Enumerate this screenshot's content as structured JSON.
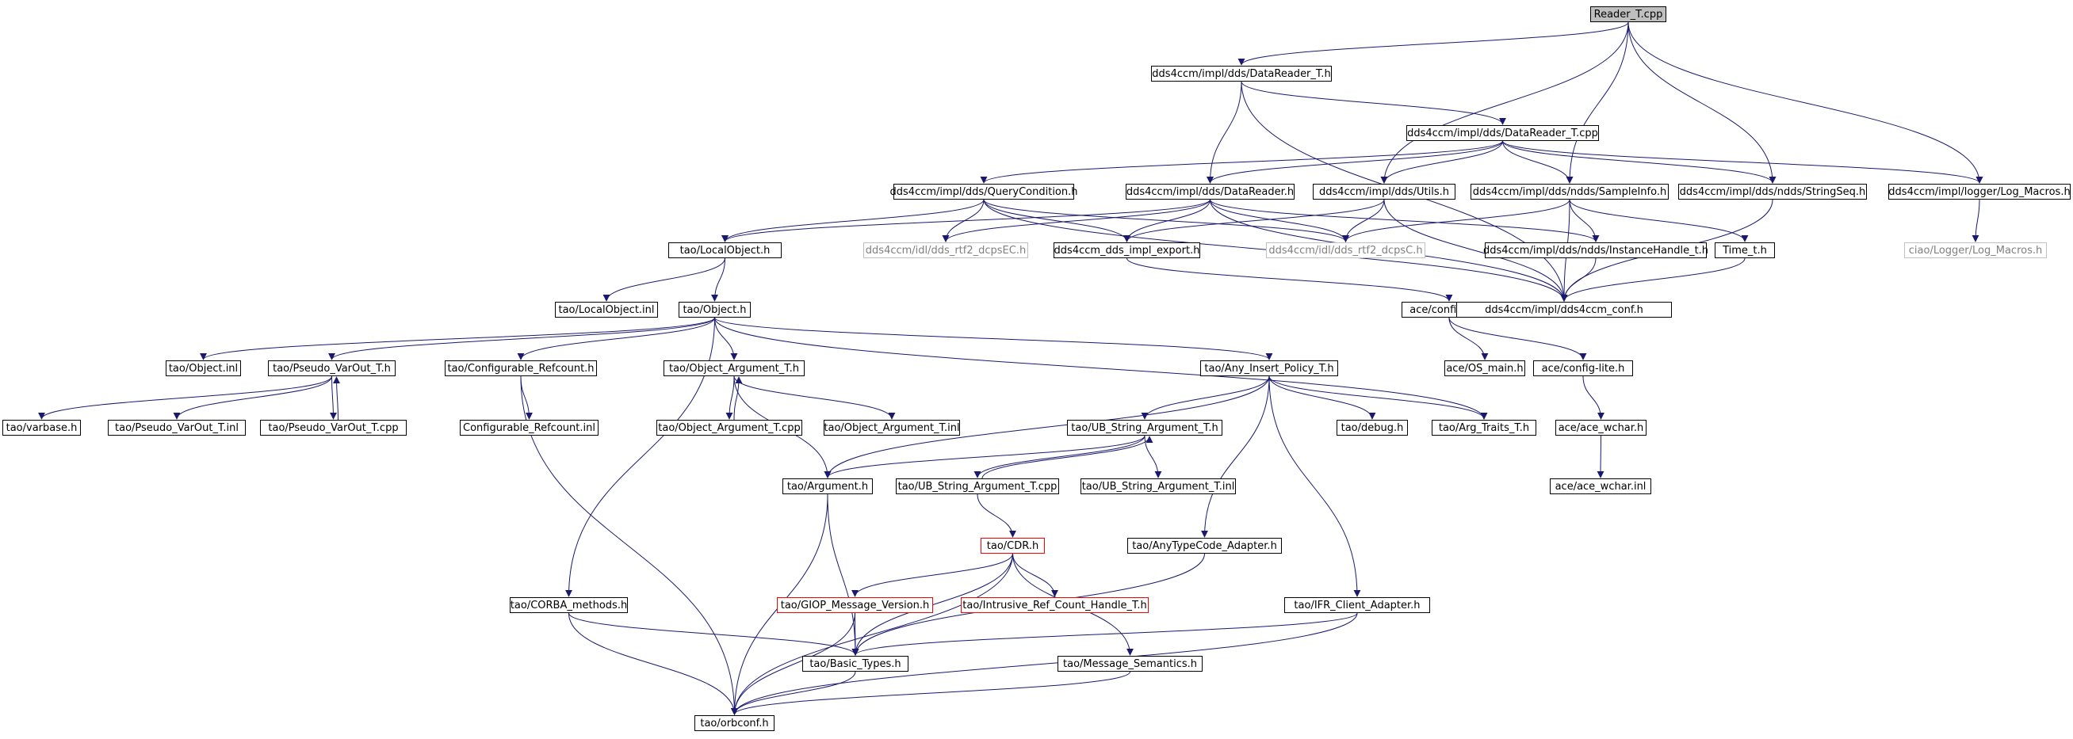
{
  "colors": {
    "edge": "#191970",
    "root_fill": "#bfbfbf",
    "normal_border": "#000000",
    "truncated_border": "#ff0000",
    "external_border": "#c0c0c0",
    "external_text": "#808080"
  },
  "nodes": [
    {
      "id": "reader_t_cpp",
      "label": "Reader_T.cpp",
      "style": "root"
    },
    {
      "id": "datareader_t_h",
      "label": "dds4ccm/impl/dds/DataReader_T.h",
      "style": "normal"
    },
    {
      "id": "datareader_t_cpp",
      "label": "dds4ccm/impl/dds/DataReader_T.cpp",
      "style": "normal"
    },
    {
      "id": "querycondition_h",
      "label": "dds4ccm/impl/dds/QueryCondition.h",
      "style": "normal"
    },
    {
      "id": "datareader_h",
      "label": "dds4ccm/impl/dds/DataReader.h",
      "style": "normal"
    },
    {
      "id": "utils_h",
      "label": "dds4ccm/impl/dds/Utils.h",
      "style": "normal"
    },
    {
      "id": "sampleinfo_h",
      "label": "dds4ccm/impl/dds/ndds/SampleInfo.h",
      "style": "normal"
    },
    {
      "id": "stringseq_h",
      "label": "dds4ccm/impl/dds/ndds/StringSeq.h",
      "style": "normal"
    },
    {
      "id": "log_macros_h",
      "label": "dds4ccm/impl/logger/Log_Macros.h",
      "style": "normal"
    },
    {
      "id": "ciao_log_macros_h",
      "label": "ciao/Logger/Log_Macros.h",
      "style": "gray"
    },
    {
      "id": "localobject_h",
      "label": "tao/LocalObject.h",
      "style": "normal"
    },
    {
      "id": "dcpsec_h",
      "label": "dds4ccm/idl/dds_rtf2_dcpsEC.h",
      "style": "gray"
    },
    {
      "id": "dds_impl_export_h",
      "label": "dds4ccm_dds_impl_export.h",
      "style": "normal"
    },
    {
      "id": "dcpsc_h",
      "label": "dds4ccm/idl/dds_rtf2_dcpsC.h",
      "style": "gray"
    },
    {
      "id": "instancehandle_t_h",
      "label": "dds4ccm/impl/dds/ndds/InstanceHandle_t.h",
      "style": "normal"
    },
    {
      "id": "time_t_h",
      "label": "Time_t.h",
      "style": "normal"
    },
    {
      "id": "localobject_inl",
      "label": "tao/LocalObject.inl",
      "style": "normal"
    },
    {
      "id": "object_h",
      "label": "tao/Object.h",
      "style": "normal"
    },
    {
      "id": "config_all_h",
      "label": "ace/config-all.h",
      "style": "normal"
    },
    {
      "id": "dds4ccm_conf_h",
      "label": "dds4ccm/impl/dds4ccm_conf.h",
      "style": "normal"
    },
    {
      "id": "object_inl",
      "label": "tao/Object.inl",
      "style": "normal"
    },
    {
      "id": "pseudo_varout_t_h",
      "label": "tao/Pseudo_VarOut_T.h",
      "style": "normal"
    },
    {
      "id": "configurable_refcount_h",
      "label": "tao/Configurable_Refcount.h",
      "style": "normal"
    },
    {
      "id": "object_argument_t_h",
      "label": "tao/Object_Argument_T.h",
      "style": "normal"
    },
    {
      "id": "any_insert_policy_t_h",
      "label": "tao/Any_Insert_Policy_T.h",
      "style": "normal"
    },
    {
      "id": "os_main_h",
      "label": "ace/OS_main.h",
      "style": "normal"
    },
    {
      "id": "config_lite_h",
      "label": "ace/config-lite.h",
      "style": "normal"
    },
    {
      "id": "varbase_h",
      "label": "tao/varbase.h",
      "style": "normal"
    },
    {
      "id": "pseudo_varout_t_inl",
      "label": "tao/Pseudo_VarOut_T.inl",
      "style": "normal"
    },
    {
      "id": "pseudo_varout_t_cpp",
      "label": "tao/Pseudo_VarOut_T.cpp",
      "style": "normal"
    },
    {
      "id": "configurable_refcount_inl",
      "label": "Configurable_Refcount.inl",
      "style": "normal"
    },
    {
      "id": "object_argument_t_cpp",
      "label": "tao/Object_Argument_T.cpp",
      "style": "normal"
    },
    {
      "id": "object_argument_t_inl",
      "label": "tao/Object_Argument_T.inl",
      "style": "normal"
    },
    {
      "id": "ub_string_argument_t_h",
      "label": "tao/UB_String_Argument_T.h",
      "style": "normal"
    },
    {
      "id": "debug_h",
      "label": "tao/debug.h",
      "style": "normal"
    },
    {
      "id": "arg_traits_t_h",
      "label": "tao/Arg_Traits_T.h",
      "style": "normal"
    },
    {
      "id": "ace_wchar_h",
      "label": "ace/ace_wchar.h",
      "style": "normal"
    },
    {
      "id": "argument_h",
      "label": "tao/Argument.h",
      "style": "normal"
    },
    {
      "id": "ub_string_argument_t_cpp",
      "label": "tao/UB_String_Argument_T.cpp",
      "style": "normal"
    },
    {
      "id": "ub_string_argument_t_inl",
      "label": "tao/UB_String_Argument_T.inl",
      "style": "normal"
    },
    {
      "id": "ace_wchar_inl",
      "label": "ace/ace_wchar.inl",
      "style": "normal"
    },
    {
      "id": "cdr_h",
      "label": "tao/CDR.h",
      "style": "red"
    },
    {
      "id": "anytypecode_adapter_h",
      "label": "tao/AnyTypeCode_Adapter.h",
      "style": "normal"
    },
    {
      "id": "corba_methods_h",
      "label": "tao/CORBA_methods.h",
      "style": "normal"
    },
    {
      "id": "giop_message_version_h",
      "label": "tao/GIOP_Message_Version.h",
      "style": "red"
    },
    {
      "id": "intrusive_ref_count_handle_t_h",
      "label": "tao/Intrusive_Ref_Count_Handle_T.h",
      "style": "red"
    },
    {
      "id": "ifr_client_adapter_h",
      "label": "tao/IFR_Client_Adapter.h",
      "style": "normal"
    },
    {
      "id": "basic_types_h",
      "label": "tao/Basic_Types.h",
      "style": "normal"
    },
    {
      "id": "message_semantics_h",
      "label": "tao/Message_Semantics.h",
      "style": "normal"
    },
    {
      "id": "orbconf_h",
      "label": "tao/orbconf.h",
      "style": "normal"
    }
  ],
  "edges": [
    [
      "reader_t_cpp",
      "datareader_t_h"
    ],
    [
      "reader_t_cpp",
      "utils_h"
    ],
    [
      "reader_t_cpp",
      "sampleinfo_h"
    ],
    [
      "reader_t_cpp",
      "stringseq_h"
    ],
    [
      "reader_t_cpp",
      "log_macros_h"
    ],
    [
      "datareader_t_h",
      "datareader_t_cpp"
    ],
    [
      "datareader_t_h",
      "datareader_h"
    ],
    [
      "datareader_t_h",
      "dds4ccm_conf_h"
    ],
    [
      "datareader_t_cpp",
      "querycondition_h"
    ],
    [
      "datareader_t_cpp",
      "datareader_h"
    ],
    [
      "datareader_t_cpp",
      "utils_h"
    ],
    [
      "datareader_t_cpp",
      "sampleinfo_h"
    ],
    [
      "datareader_t_cpp",
      "stringseq_h"
    ],
    [
      "datareader_t_cpp",
      "log_macros_h"
    ],
    [
      "querycondition_h",
      "localobject_h"
    ],
    [
      "querycondition_h",
      "dcpsec_h"
    ],
    [
      "querycondition_h",
      "dds_impl_export_h"
    ],
    [
      "querycondition_h",
      "dcpsc_h"
    ],
    [
      "querycondition_h",
      "dds4ccm_conf_h"
    ],
    [
      "datareader_h",
      "localobject_h"
    ],
    [
      "datareader_h",
      "dcpsec_h"
    ],
    [
      "datareader_h",
      "dds_impl_export_h"
    ],
    [
      "datareader_h",
      "dcpsc_h"
    ],
    [
      "datareader_h",
      "instancehandle_t_h"
    ],
    [
      "datareader_h",
      "dds4ccm_conf_h"
    ],
    [
      "utils_h",
      "dds_impl_export_h"
    ],
    [
      "utils_h",
      "dcpsc_h"
    ],
    [
      "utils_h",
      "dds4ccm_conf_h"
    ],
    [
      "sampleinfo_h",
      "dcpsc_h"
    ],
    [
      "sampleinfo_h",
      "instancehandle_t_h"
    ],
    [
      "sampleinfo_h",
      "time_t_h"
    ],
    [
      "sampleinfo_h",
      "dds4ccm_conf_h"
    ],
    [
      "stringseq_h",
      "dds4ccm_conf_h"
    ],
    [
      "log_macros_h",
      "ciao_log_macros_h"
    ],
    [
      "localobject_h",
      "localobject_inl"
    ],
    [
      "localobject_h",
      "object_h"
    ],
    [
      "dds_impl_export_h",
      "config_all_h"
    ],
    [
      "instancehandle_t_h",
      "dds4ccm_conf_h"
    ],
    [
      "time_t_h",
      "dds4ccm_conf_h"
    ],
    [
      "object_h",
      "object_inl"
    ],
    [
      "object_h",
      "pseudo_varout_t_h"
    ],
    [
      "object_h",
      "configurable_refcount_h"
    ],
    [
      "object_h",
      "object_argument_t_h"
    ],
    [
      "object_h",
      "any_insert_policy_t_h"
    ],
    [
      "object_h",
      "arg_traits_t_h"
    ],
    [
      "object_h",
      "corba_methods_h"
    ],
    [
      "config_all_h",
      "os_main_h"
    ],
    [
      "config_all_h",
      "config_lite_h"
    ],
    [
      "config_lite_h",
      "ace_wchar_h"
    ],
    [
      "ace_wchar_h",
      "ace_wchar_inl"
    ],
    [
      "pseudo_varout_t_h",
      "varbase_h"
    ],
    [
      "pseudo_varout_t_h",
      "pseudo_varout_t_inl"
    ],
    [
      "pseudo_varout_t_h",
      "pseudo_varout_t_cpp"
    ],
    [
      "pseudo_varout_t_cpp",
      "pseudo_varout_t_h"
    ],
    [
      "configurable_refcount_h",
      "configurable_refcount_inl"
    ],
    [
      "configurable_refcount_h",
      "orbconf_h"
    ],
    [
      "object_argument_t_h",
      "object_argument_t_cpp"
    ],
    [
      "object_argument_t_cpp",
      "object_argument_t_h"
    ],
    [
      "object_argument_t_h",
      "object_argument_t_inl"
    ],
    [
      "object_argument_t_h",
      "argument_h"
    ],
    [
      "any_insert_policy_t_h",
      "argument_h"
    ],
    [
      "any_insert_policy_t_h",
      "ub_string_argument_t_h"
    ],
    [
      "any_insert_policy_t_h",
      "debug_h"
    ],
    [
      "any_insert_policy_t_h",
      "arg_traits_t_h"
    ],
    [
      "any_insert_policy_t_h",
      "anytypecode_adapter_h"
    ],
    [
      "any_insert_policy_t_h",
      "ifr_client_adapter_h"
    ],
    [
      "ub_string_argument_t_h",
      "argument_h"
    ],
    [
      "ub_string_argument_t_h",
      "ub_string_argument_t_cpp"
    ],
    [
      "ub_string_argument_t_cpp",
      "ub_string_argument_t_h"
    ],
    [
      "ub_string_argument_t_h",
      "ub_string_argument_t_inl"
    ],
    [
      "ub_string_argument_t_cpp",
      "cdr_h"
    ],
    [
      "argument_h",
      "basic_types_h"
    ],
    [
      "argument_h",
      "orbconf_h"
    ],
    [
      "cdr_h",
      "giop_message_version_h"
    ],
    [
      "cdr_h",
      "intrusive_ref_count_handle_t_h"
    ],
    [
      "cdr_h",
      "basic_types_h"
    ],
    [
      "cdr_h",
      "message_semantics_h"
    ],
    [
      "cdr_h",
      "orbconf_h"
    ],
    [
      "anytypecode_adapter_h",
      "basic_types_h"
    ],
    [
      "corba_methods_h",
      "basic_types_h"
    ],
    [
      "corba_methods_h",
      "orbconf_h"
    ],
    [
      "giop_message_version_h",
      "basic_types_h"
    ],
    [
      "giop_message_version_h",
      "orbconf_h"
    ],
    [
      "ifr_client_adapter_h",
      "basic_types_h"
    ],
    [
      "ifr_client_adapter_h",
      "orbconf_h"
    ],
    [
      "basic_types_h",
      "orbconf_h"
    ],
    [
      "message_semantics_h",
      "orbconf_h"
    ]
  ]
}
